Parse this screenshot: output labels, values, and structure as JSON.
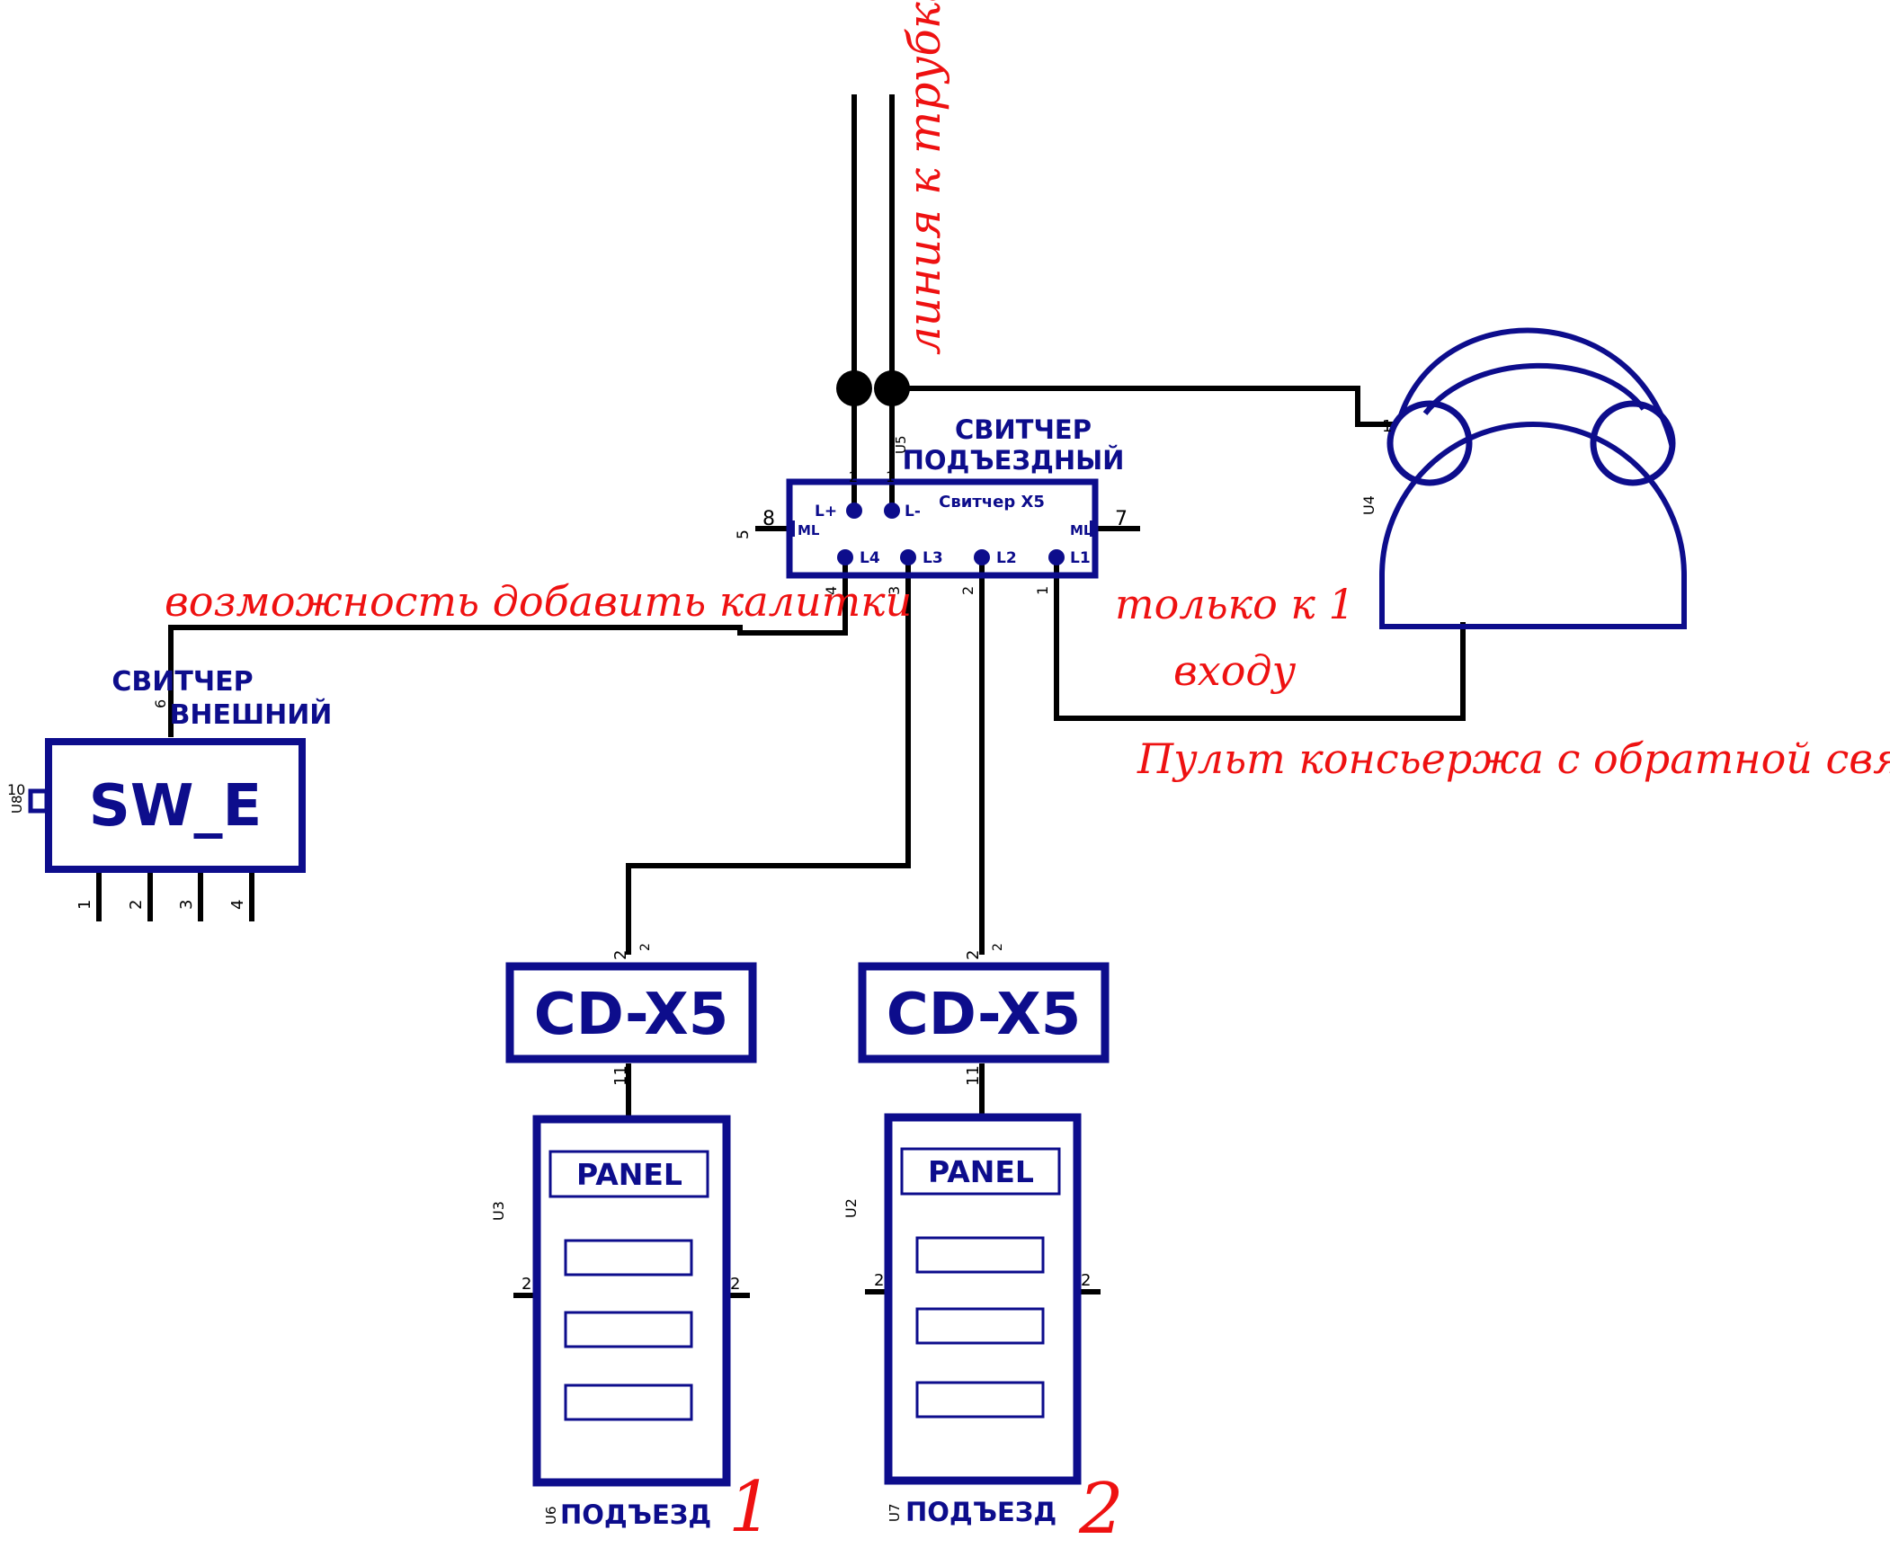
{
  "colors": {
    "wire": "#000000",
    "component": "#0d0d8c",
    "annotation": "#ee1111"
  },
  "annotations": {
    "line_to_handsets": "линия к трубкам",
    "add_gates": "возможность добавить калитки",
    "only_to_1": "только к 1",
    "input": "входу",
    "concierge": "Пульт консьержа с обратной связью"
  },
  "main_switcher": {
    "ref": "U5",
    "title_line1": "СВИТЧЕР",
    "title_line2": "ПОДЪЕЗДНЫЙ",
    "inner_label": "Свитчер  X5",
    "ports": {
      "lplus": "L+",
      "lminus": "L-",
      "l4": "L4",
      "l3": "L3",
      "l2": "L2",
      "l1": "L1",
      "ml_left": "ML",
      "ml_right": "ML"
    },
    "pins": {
      "left": "8",
      "right": "7",
      "left_ref": "5",
      "top_left": "2",
      "top_right": "1",
      "b4": "4",
      "b3": "3",
      "b2": "2",
      "b1": "1"
    }
  },
  "external_switcher": {
    "ref": "U8",
    "title_line1": "СВИТЧЕР",
    "title_line2": "ВНЕШНИЙ",
    "label": "SW_E",
    "pin_top": "6",
    "pin_left": "10",
    "pins_bottom": [
      "1",
      "2",
      "3",
      "4"
    ]
  },
  "concierge_console": {
    "ref": "U4",
    "pin": "1"
  },
  "entrances": [
    {
      "cd_label": "CD-X5",
      "cd_pin_top": "2",
      "cd_pin_bottom": "11",
      "panel_ref": "U3",
      "panel_label": "PANEL",
      "side_pin": "2",
      "foot_ref": "U6",
      "foot_label": "ПОДЪЕЗД",
      "number": "1"
    },
    {
      "cd_label": "CD-X5",
      "cd_pin_top": "2",
      "cd_pin_bottom": "11",
      "panel_ref": "U2",
      "panel_label": "PANEL",
      "side_pin": "2",
      "foot_ref": "U7",
      "foot_label": "ПОДЪЕЗД",
      "number": "2"
    }
  ]
}
